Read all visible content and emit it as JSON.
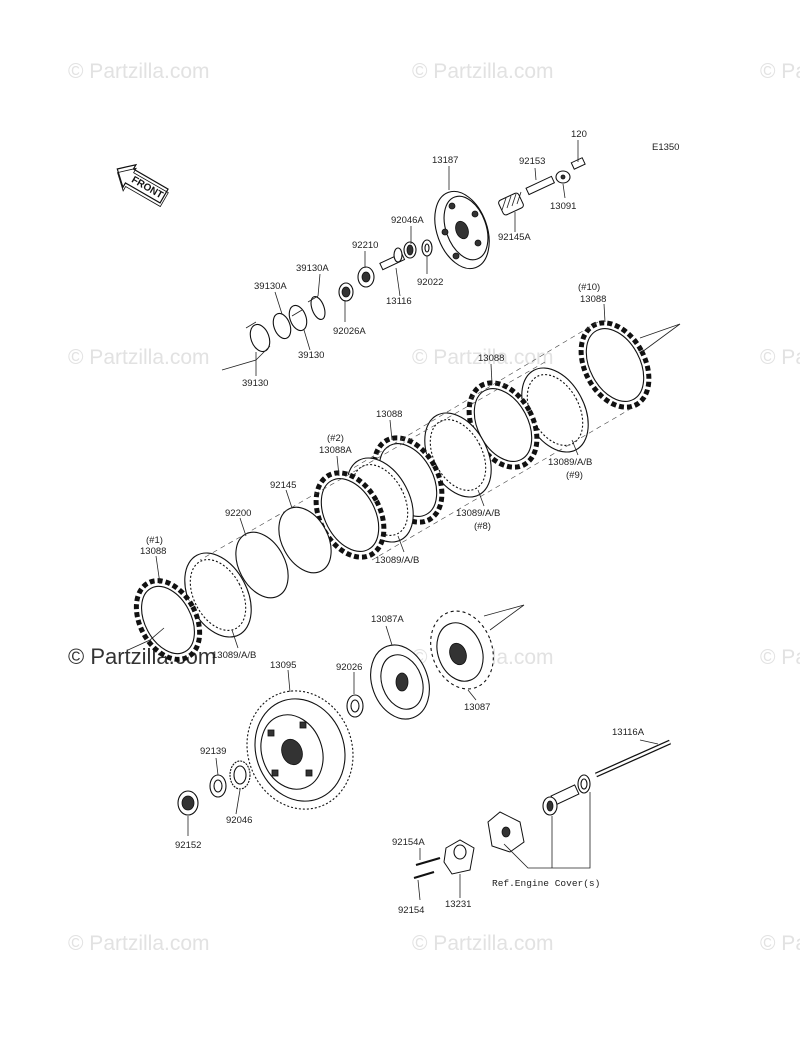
{
  "watermarks": {
    "faint": "© Partzilla.com",
    "main": "© Partzilla.com"
  },
  "diagram_code": "E1350",
  "front_label": "FRONT",
  "callouts": {
    "p120": "120",
    "p13187": "13187",
    "p92153": "92153",
    "p13091": "13091",
    "p92145A": "92145A",
    "p92046A": "92046A",
    "p92210": "92210",
    "p92022": "92022",
    "p13116": "13116",
    "p92026A": "92026A",
    "p39130A_1": "39130A",
    "p39130A_2": "39130A",
    "p39130_1": "39130",
    "p39130_2": "39130",
    "p10_note": "(#10)",
    "p13088_10": "13088",
    "p13088_a": "13088",
    "p13088_b": "13088",
    "p2_note": "(#2)",
    "p13088A": "13088A",
    "p13089_9": "13089/A/B",
    "p9_note": "(#9)",
    "p13089_8": "13089/A/B",
    "p8_note": "(#8)",
    "p13089_c": "13089/A/B",
    "p92145": "92145",
    "p92200": "92200",
    "p1_note": "(#1)",
    "p13088_1": "13088",
    "p13089_d": "13089/A/B",
    "p13087A": "13087A",
    "p92026": "92026",
    "p13087": "13087",
    "p13095": "13095",
    "p92139": "92139",
    "p92046": "92046",
    "p92152": "92152",
    "p13116A": "13116A",
    "p92154A": "92154A",
    "p92154": "92154",
    "p13231": "13231",
    "ref_engine_cover": "Ref.Engine Cover(s)"
  },
  "colors": {
    "ink": "#222222",
    "watermark": "#e2e2e2",
    "background": "#ffffff"
  }
}
